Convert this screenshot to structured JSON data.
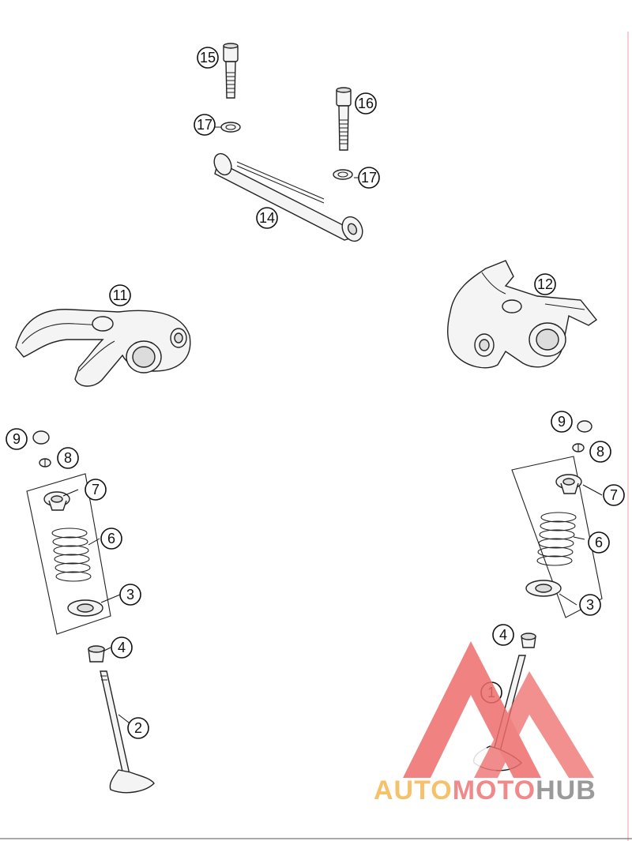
{
  "callouts": [
    {
      "id": "c15",
      "label": "15"
    },
    {
      "id": "c16",
      "label": "16"
    },
    {
      "id": "c17a",
      "label": "17"
    },
    {
      "id": "c17b",
      "label": "17"
    },
    {
      "id": "c14",
      "label": "14"
    },
    {
      "id": "c11",
      "label": "11"
    },
    {
      "id": "c12",
      "label": "12"
    },
    {
      "id": "c9a",
      "label": "9"
    },
    {
      "id": "c8a",
      "label": "8"
    },
    {
      "id": "c7a",
      "label": "7"
    },
    {
      "id": "c6a",
      "label": "6"
    },
    {
      "id": "c3a",
      "label": "3"
    },
    {
      "id": "c4a",
      "label": "4"
    },
    {
      "id": "c2",
      "label": "2"
    },
    {
      "id": "c9b",
      "label": "9"
    },
    {
      "id": "c8b",
      "label": "8"
    },
    {
      "id": "c7b",
      "label": "7"
    },
    {
      "id": "c6b",
      "label": "6"
    },
    {
      "id": "c3b",
      "label": "3"
    },
    {
      "id": "c4b",
      "label": "4"
    },
    {
      "id": "c1",
      "label": "1"
    }
  ],
  "watermark": {
    "word_1": "AUTO",
    "word_2": "MOTO",
    "word_3": "HUB",
    "colors": {
      "auto": "#f5c16b",
      "moto": "#f08a8a",
      "hub": "#9a9a9a",
      "triangle": "#ee6d6d"
    }
  }
}
